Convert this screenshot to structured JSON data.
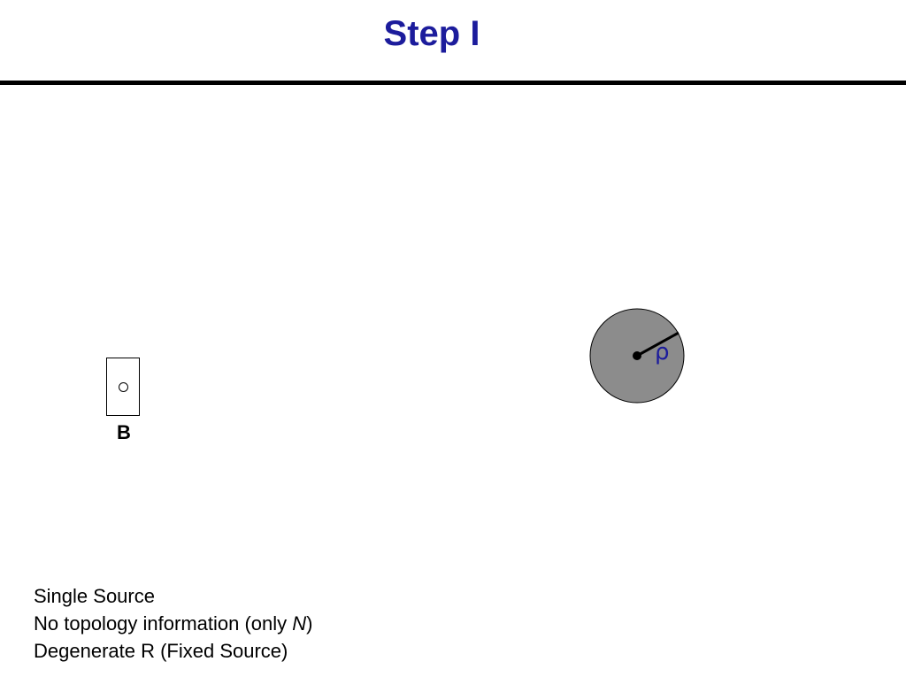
{
  "title": "Step I",
  "node": {
    "label": "B"
  },
  "region": {
    "radius_symbol": "ρ",
    "fill": "#8c8c8c"
  },
  "notes": {
    "line1": "Single Source",
    "line2_prefix": "No topology information (only ",
    "line2_var": "N",
    "line2_suffix": ")",
    "line3": "Degenerate R (Fixed Source)"
  },
  "colors": {
    "title": "#1c1c9c",
    "rule": "#000000"
  }
}
